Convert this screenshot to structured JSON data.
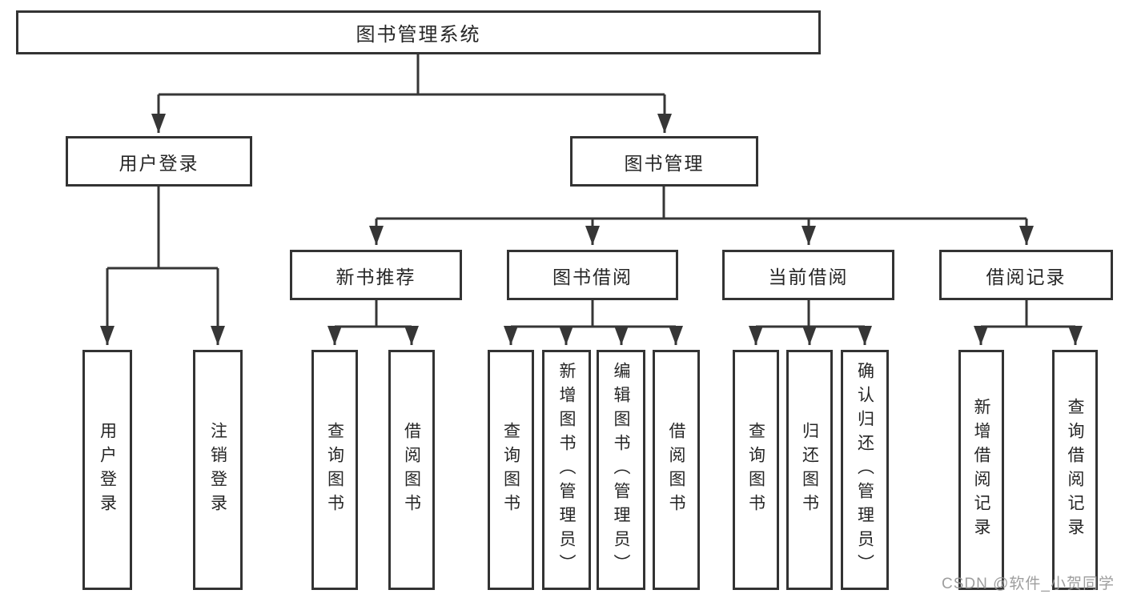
{
  "diagram": {
    "title": "图书管理系统",
    "branches": [
      {
        "label": "用户登录",
        "leaves": [
          "用户登录",
          "注销登录"
        ]
      },
      {
        "label": "图书管理",
        "groups": [
          {
            "label": "新书推荐",
            "leaves": [
              "查询图书",
              "借阅图书"
            ]
          },
          {
            "label": "图书借阅",
            "leaves": [
              "查询图书",
              "新增图书（管理员）",
              "编辑图书（管理员）",
              "借阅图书"
            ]
          },
          {
            "label": "当前借阅",
            "leaves": [
              "查询图书",
              "归还图书",
              "确认归还（管理员）"
            ]
          },
          {
            "label": "借阅记录",
            "leaves": [
              "新增借阅记录",
              "查询借阅记录"
            ]
          }
        ]
      }
    ],
    "watermark": "CSDN @软件_小贺同学",
    "colors": {
      "line": "#363636",
      "box_border": "#333333",
      "box_background": "#ffffff",
      "text": "#262626",
      "watermark": "#969696",
      "page_background": "#ffffff"
    }
  }
}
